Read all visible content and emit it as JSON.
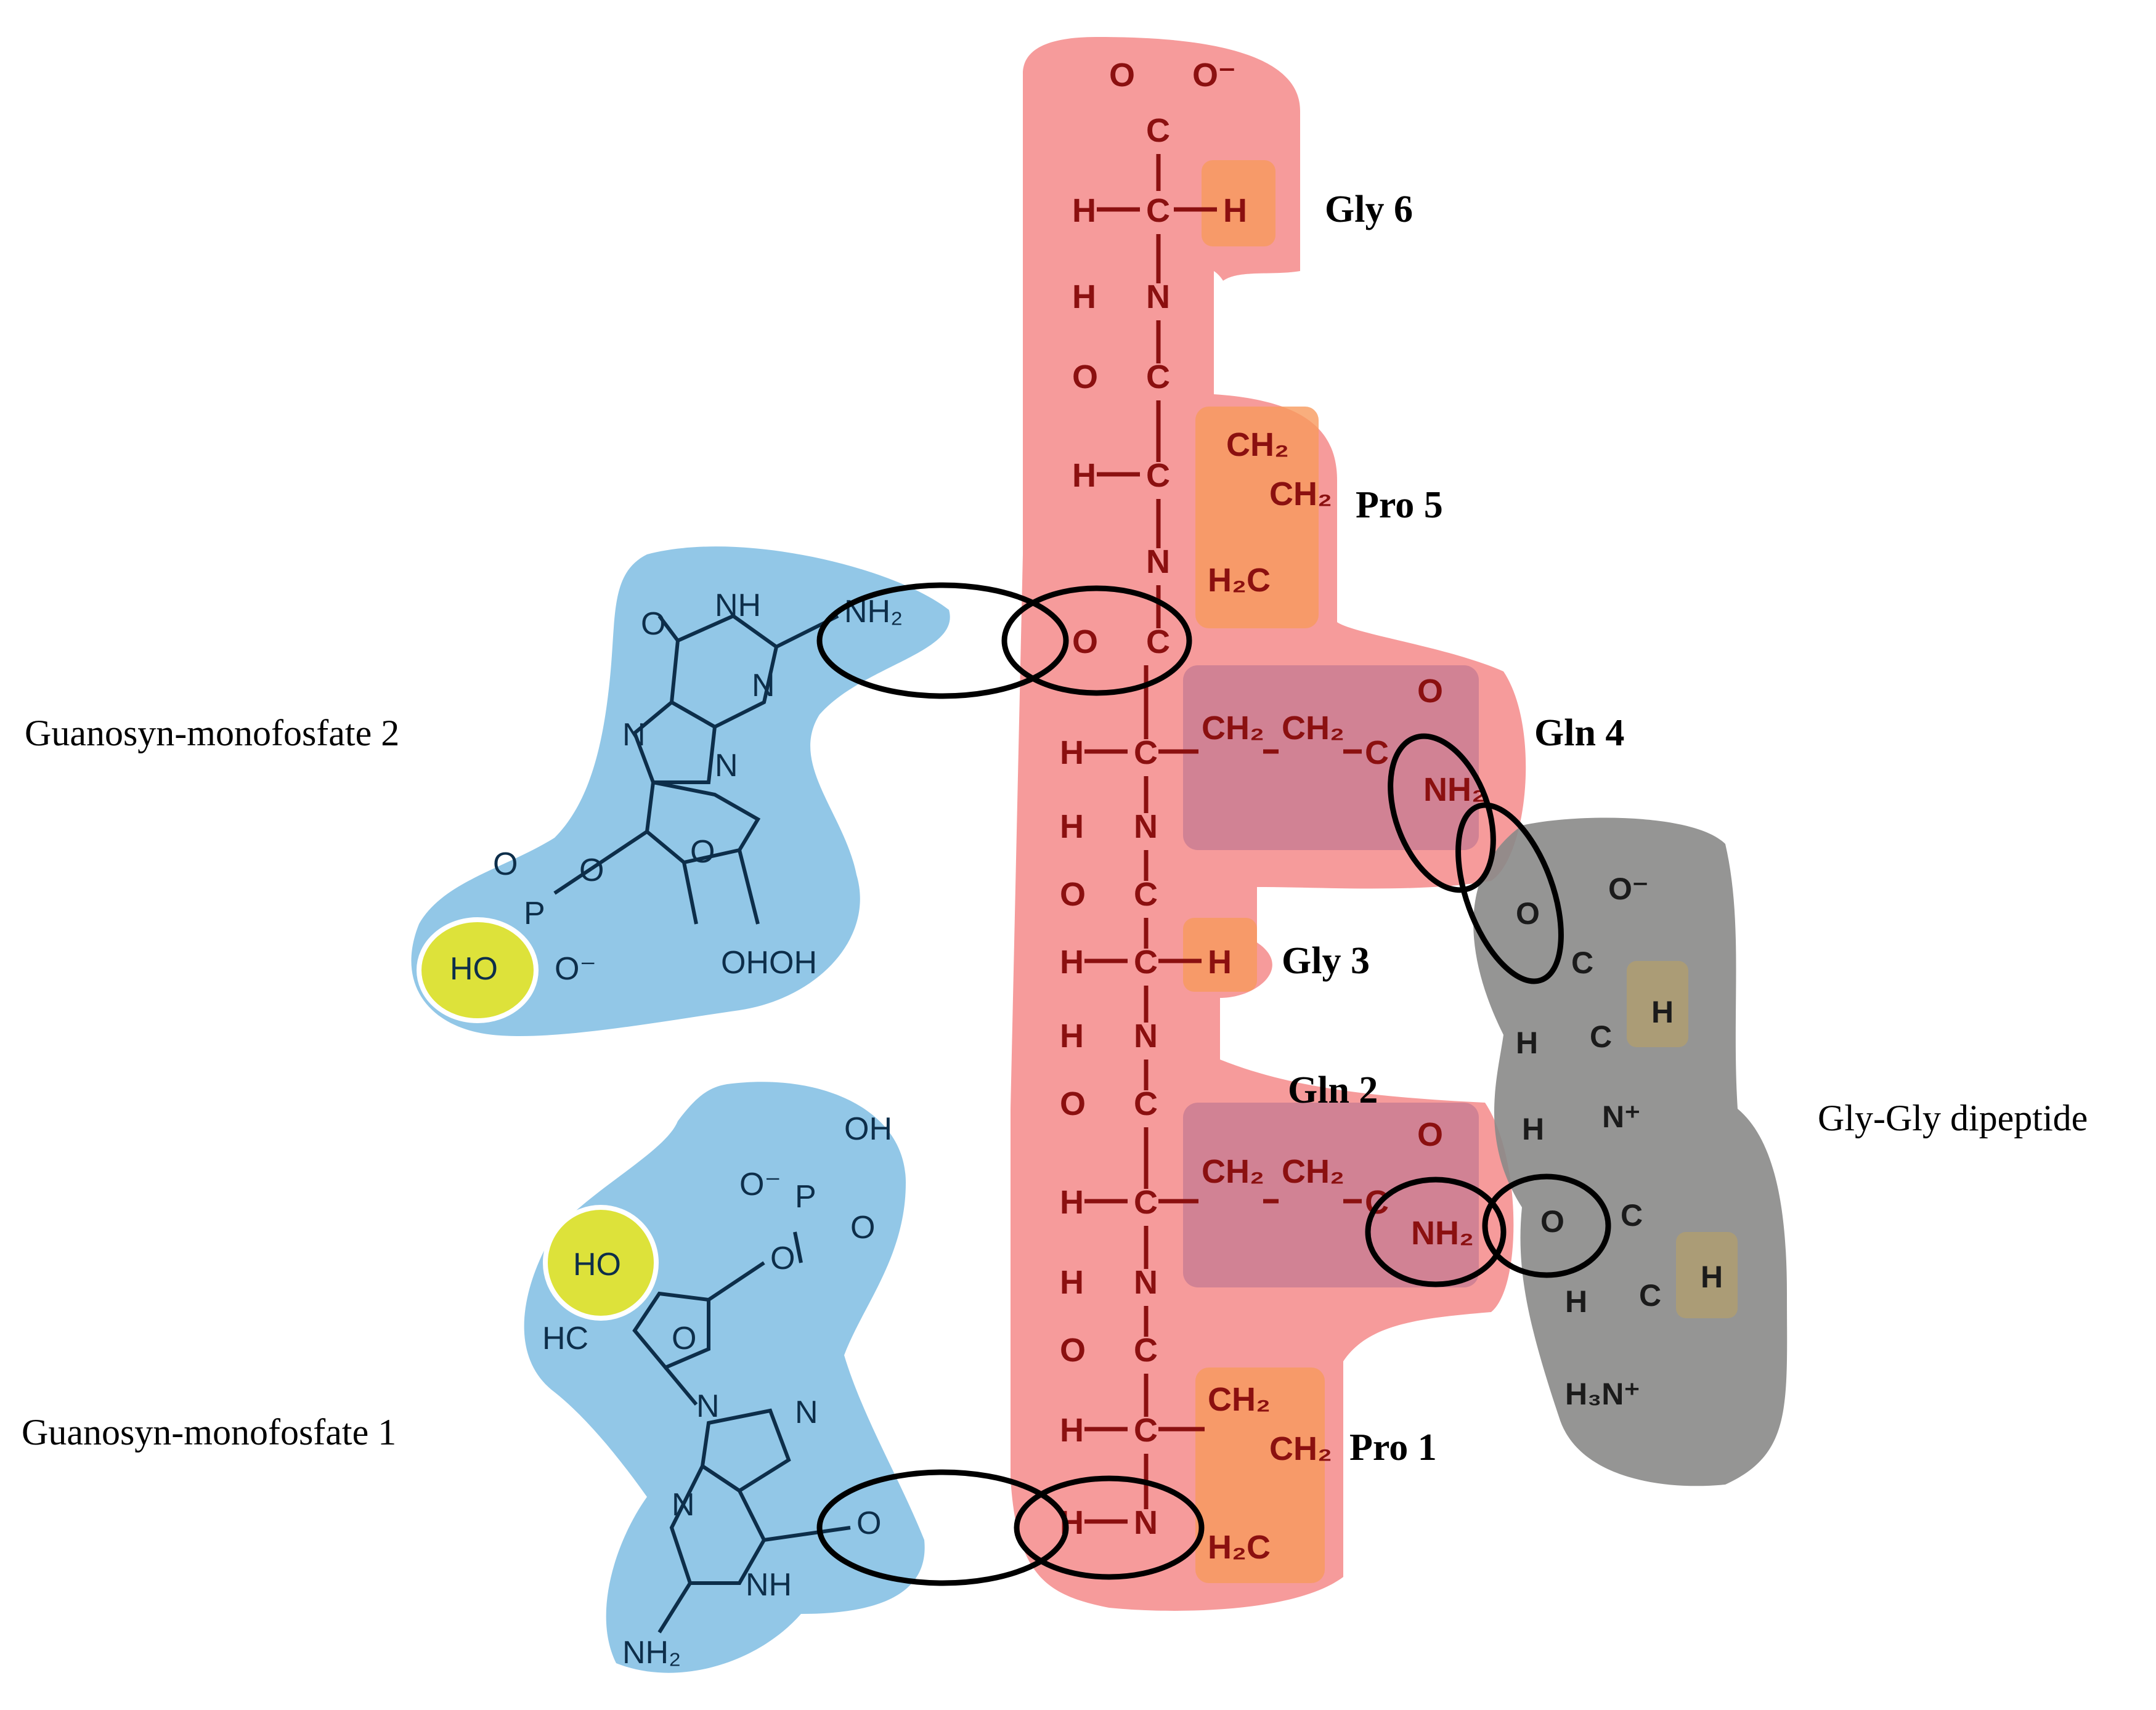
{
  "labels": {
    "gly6": "Gly 6",
    "pro5": "Pro 5",
    "gln4": "Gln 4",
    "gly3": "Gly 3",
    "gln2": "Gln 2",
    "pro1": "Pro 1",
    "gmp2": "Guanosyn-monofosfate 2",
    "gmp1": "Guanosyn-monofosfate 1",
    "glygly": "Gly-Gly dipeptide"
  },
  "atoms": {
    "H": "H",
    "C": "C",
    "N": "N",
    "O": "O",
    "Cm": "C-",
    "Nm": "-N",
    "CH2": "CH₂",
    "H2C": "H₂C",
    "NH2": "NH₂",
    "NH": "NH",
    "OH": "OH",
    "HO": "HO",
    "P": "P",
    "Om": "O⁻",
    "Nplus": "N⁺",
    "H3N": "H₃N⁺",
    "HC": "HC",
    "OHOH": "OHOH",
    "eq": "=",
    "dash": "–"
  },
  "colors": {
    "peptide": "#f48a8a",
    "residue": "#f79a5c",
    "glutamine": "#c77a8e",
    "guanosine": "#8cc4e6",
    "dipeptide": "#8a8a88",
    "hydroxyl": "#dde23a",
    "ring": "#000000"
  }
}
